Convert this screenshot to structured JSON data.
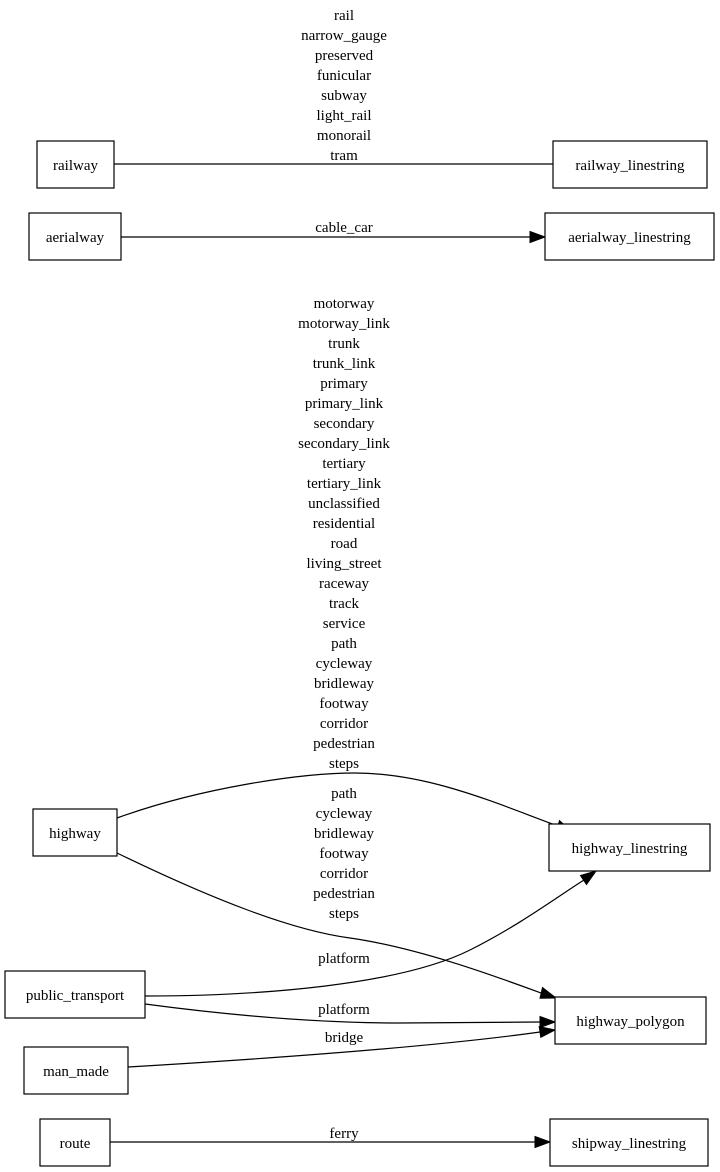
{
  "nodes": {
    "railway": "railway",
    "railway_linestring": "railway_linestring",
    "aerialway": "aerialway",
    "aerialway_linestring": "aerialway_linestring",
    "highway": "highway",
    "highway_linestring": "highway_linestring",
    "public_transport": "public_transport",
    "highway_polygon": "highway_polygon",
    "man_made": "man_made",
    "route": "route",
    "shipway_linestring": "shipway_linestring"
  },
  "edges": [
    {
      "from": "railway",
      "to": "railway_linestring",
      "labels": [
        "rail",
        "narrow_gauge",
        "preserved",
        "funicular",
        "subway",
        "light_rail",
        "monorail",
        "tram"
      ]
    },
    {
      "from": "aerialway",
      "to": "aerialway_linestring",
      "labels": [
        "cable_car"
      ]
    },
    {
      "from": "highway",
      "to": "highway_linestring",
      "labels": [
        "motorway",
        "motorway_link",
        "trunk",
        "trunk_link",
        "primary",
        "primary_link",
        "secondary",
        "secondary_link",
        "tertiary",
        "tertiary_link",
        "unclassified",
        "residential",
        "road",
        "living_street",
        "raceway",
        "track",
        "service",
        "path",
        "cycleway",
        "bridleway",
        "footway",
        "corridor",
        "pedestrian",
        "steps"
      ]
    },
    {
      "from": "highway",
      "to": "highway_polygon",
      "labels": [
        "path",
        "cycleway",
        "bridleway",
        "footway",
        "corridor",
        "pedestrian",
        "steps"
      ]
    },
    {
      "from": "public_transport",
      "to": "highway_linestring",
      "labels": [
        "platform"
      ]
    },
    {
      "from": "public_transport",
      "to": "highway_polygon",
      "labels": [
        "platform"
      ]
    },
    {
      "from": "man_made",
      "to": "highway_polygon",
      "labels": [
        "bridge"
      ]
    },
    {
      "from": "route",
      "to": "shipway_linestring",
      "labels": [
        "ferry"
      ]
    }
  ]
}
